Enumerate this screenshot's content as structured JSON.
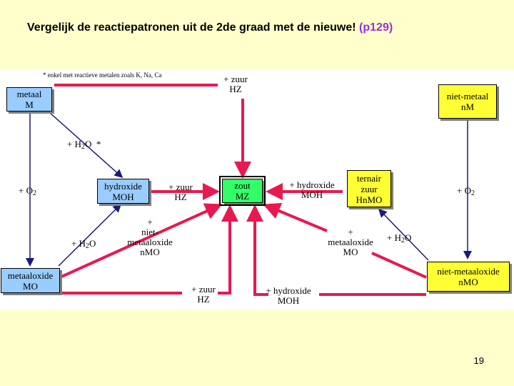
{
  "title": {
    "text": "Vergelijk de reactiepatronen uit de 2de graad met de nieuwe!",
    "ref": "(p129)"
  },
  "footnote": "* enkel met reactieve metalen zoals K, Na, Ca",
  "boxes": {
    "metaal": [
      "metaal",
      "M"
    ],
    "niet_metaal": [
      "niet-metaal",
      "nM"
    ],
    "hydroxide": [
      "hydroxide",
      "MOH"
    ],
    "zout": [
      "zout",
      "MZ"
    ],
    "ternair_zuur": [
      "ternair",
      "zuur",
      "HnMO"
    ],
    "metaaloxide": [
      "metaaloxide",
      "MO"
    ],
    "niet_metaaloxide": [
      "niet-metaaloxide",
      "nMO"
    ]
  },
  "labels": {
    "top_zuur": [
      "+ zuur",
      "HZ"
    ],
    "h2o_star": {
      "prefix": "+ H",
      "sub": "2",
      "suffix": "O  *"
    },
    "o2_left": {
      "prefix": "+ O",
      "sub": "2"
    },
    "o2_right": {
      "prefix": "+ O",
      "sub": "2"
    },
    "h2o_left": {
      "prefix": "+ H",
      "sub": "2",
      "suffix": "O"
    },
    "h2o_right": {
      "prefix": "+ H",
      "sub": "2",
      "suffix": "O"
    },
    "mid_zuur": [
      "+ zuur",
      "HZ"
    ],
    "mid_hydroxide": [
      "+ hydroxide",
      "MOH"
    ],
    "niet_metaaloxide_plus": [
      "+",
      "niet-",
      "metaaloxide",
      "nMO"
    ],
    "metaaloxide_plus": [
      "+",
      "metaaloxide",
      "MO"
    ],
    "bottom_zuur": [
      "+ zuur",
      "HZ"
    ],
    "bottom_hydroxide": [
      "+ hydroxide",
      "MOH"
    ]
  },
  "colors": {
    "reaction_arrow": "#e8194f",
    "conversion_arrow": "#1a1a7a",
    "metal_box": "#99ccff",
    "nonmetal_box": "#ffff33",
    "salt_box": "#33ff66",
    "title_ref": "#9933cc"
  },
  "slide_number": "19"
}
